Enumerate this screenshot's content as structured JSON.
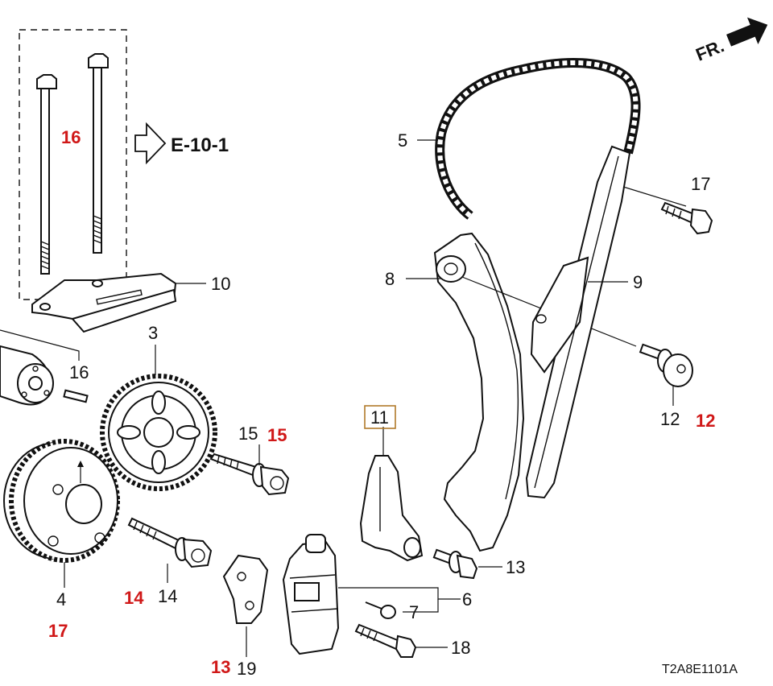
{
  "diagram": {
    "ref_arrow_label": "E-10-1",
    "front_label": "FR.",
    "drawing_code": "T2A8E1101A",
    "callouts": {
      "c3": "3",
      "c4": "4",
      "c5": "5",
      "c6": "6",
      "c7": "7",
      "c8": "8",
      "c9": "9",
      "c10": "10",
      "c11": "11",
      "c12": "12",
      "c13": "13",
      "c14": "14",
      "c15": "15",
      "c16": "16",
      "c17": "17",
      "c18": "18",
      "c19": "19"
    },
    "red_marks": {
      "r16": "16",
      "r15": "15",
      "r12": "12",
      "r17": "17",
      "r14": "14",
      "r13": "13"
    },
    "colors": {
      "red_mark": "#d01818",
      "callout_box": "#b07a2a",
      "line": "#111111"
    }
  }
}
